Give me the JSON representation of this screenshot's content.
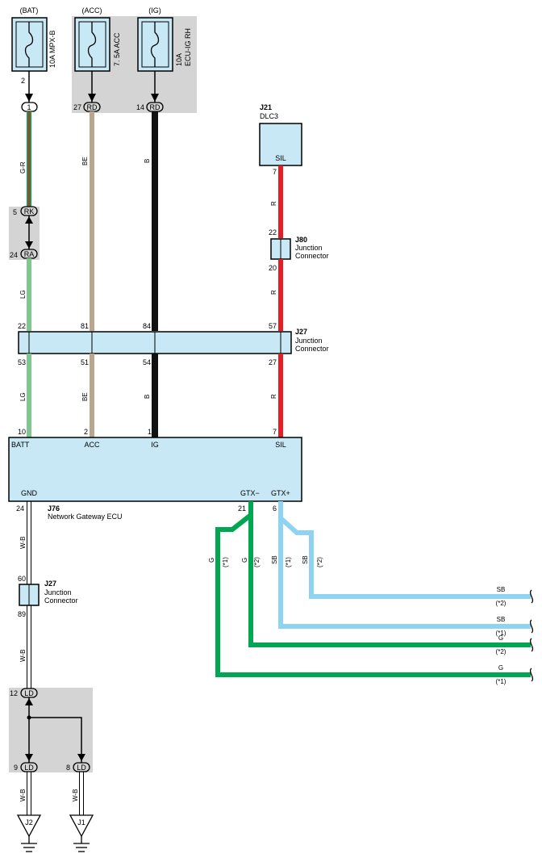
{
  "power": {
    "bat": {
      "label": "(BAT)",
      "fuse": "10A MPX-B",
      "pin": "2"
    },
    "acc": {
      "label": "(ACC)",
      "fuse": "7. 5A ACC"
    },
    "ig": {
      "label": "(IG)",
      "fuse_line1": "10A",
      "fuse_line2": "ECU-IG RH"
    }
  },
  "connectors": {
    "bat_conn": {
      "pin": "1"
    },
    "acc_conn": {
      "num": "27",
      "code": "RD"
    },
    "ig_conn": {
      "num": "14",
      "code": "RD"
    },
    "rk": {
      "num": "5",
      "code": "RK"
    },
    "ra": {
      "num": "24",
      "code": "RA"
    },
    "ld_top": {
      "num": "12",
      "code": "LD"
    },
    "ld_left": {
      "num": "9",
      "code": "LD"
    },
    "ld_right": {
      "num": "8",
      "code": "LD"
    }
  },
  "wires": {
    "gr": "G-R",
    "be_top": "BE",
    "b_top": "B",
    "r_top": "R",
    "r_mid": "R",
    "lg_top": "LG",
    "lg_bot": "LG",
    "be_bot": "BE",
    "b_bot": "B",
    "r_bot": "R",
    "wb_1": "W-B",
    "wb_2": "W-B",
    "wb_left": "W-B",
    "wb_right": "W-B",
    "g1": "G",
    "g1_note": "(*1)",
    "g2": "G",
    "g2_note": "(*2)",
    "sb1": "SB",
    "sb1_note": "(*1)",
    "sb2": "SB",
    "sb2_note": "(*2)"
  },
  "j21": {
    "id": "J21",
    "name": "DLC3",
    "pin_label": "SIL",
    "pin": "7"
  },
  "j80": {
    "id": "J80",
    "line1": "Junction",
    "line2": "Connector",
    "pin_top": "22",
    "pin_bot": "20"
  },
  "j27_bar": {
    "id": "J27",
    "line1": "Junction",
    "line2": "Connector",
    "top_pins": [
      "22",
      "81",
      "84",
      "57"
    ],
    "bot_pins": [
      "53",
      "51",
      "54",
      "27"
    ]
  },
  "j27_small": {
    "id": "J27",
    "line1": "Junction",
    "line2": "Connector",
    "pin_top": "60",
    "pin_bot": "89"
  },
  "ecu": {
    "id": "J76",
    "name": "Network Gateway ECU",
    "pins_top": [
      "10",
      "2",
      "1",
      "7"
    ],
    "labels_top": [
      "BATT",
      "ACC",
      "IG",
      "SIL"
    ],
    "labels_bot": [
      "GND",
      "GTX−",
      "GTX+"
    ],
    "pins_bot": [
      "24",
      "21",
      "6"
    ]
  },
  "right_outputs": [
    {
      "wire": "SB",
      "note": "(*2)"
    },
    {
      "wire": "SB",
      "note": "(*1)"
    },
    {
      "wire": "G",
      "note": "(*2)"
    },
    {
      "wire": "G",
      "note": "(*1)"
    }
  ],
  "grounds": {
    "left": "J2",
    "right": "J1"
  },
  "colors": {
    "lightblue": "#c8e8f6",
    "gray": "#d4d4d4",
    "green": "#00a650",
    "skyblue": "#8fd3f3",
    "red": "#e31e24",
    "tan": "#b9a68f",
    "lg": "#7fc68f"
  }
}
